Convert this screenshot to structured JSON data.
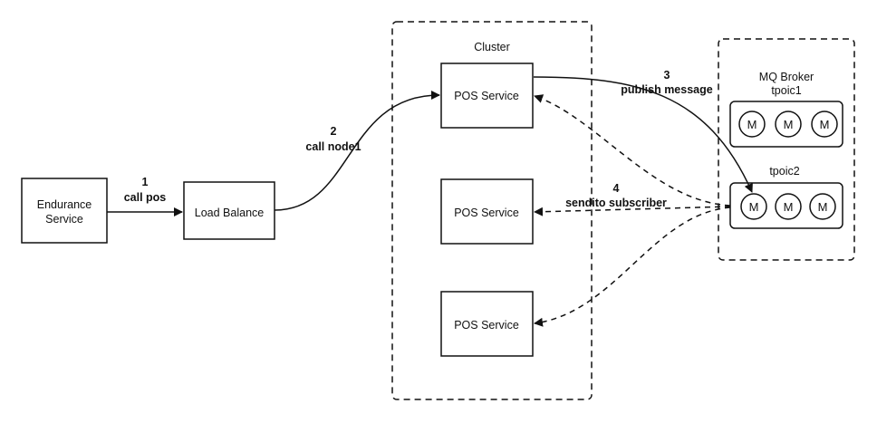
{
  "nodes": {
    "endurance": {
      "line1": "Endurance",
      "line2": "Service"
    },
    "load_balance": "Load Balance",
    "pos_service_1": "POS Service",
    "pos_service_2": "POS Service",
    "pos_service_3": "POS Service"
  },
  "groups": {
    "cluster": "Cluster",
    "mq_broker": "MQ Broker",
    "topic1": "tpoic1",
    "topic2": "tpoic2"
  },
  "messages": {
    "topic1": [
      "M",
      "M",
      "M"
    ],
    "topic2": [
      "M",
      "M",
      "M"
    ]
  },
  "edges": {
    "e1": {
      "num": "1",
      "label": "call pos"
    },
    "e2": {
      "num": "2",
      "label": "call node1"
    },
    "e3": {
      "num": "3",
      "label": "publish message"
    },
    "e4": {
      "num": "4",
      "label": "sendito subscriber"
    }
  },
  "colors": {
    "stroke": "#111111",
    "background": "#ffffff"
  }
}
